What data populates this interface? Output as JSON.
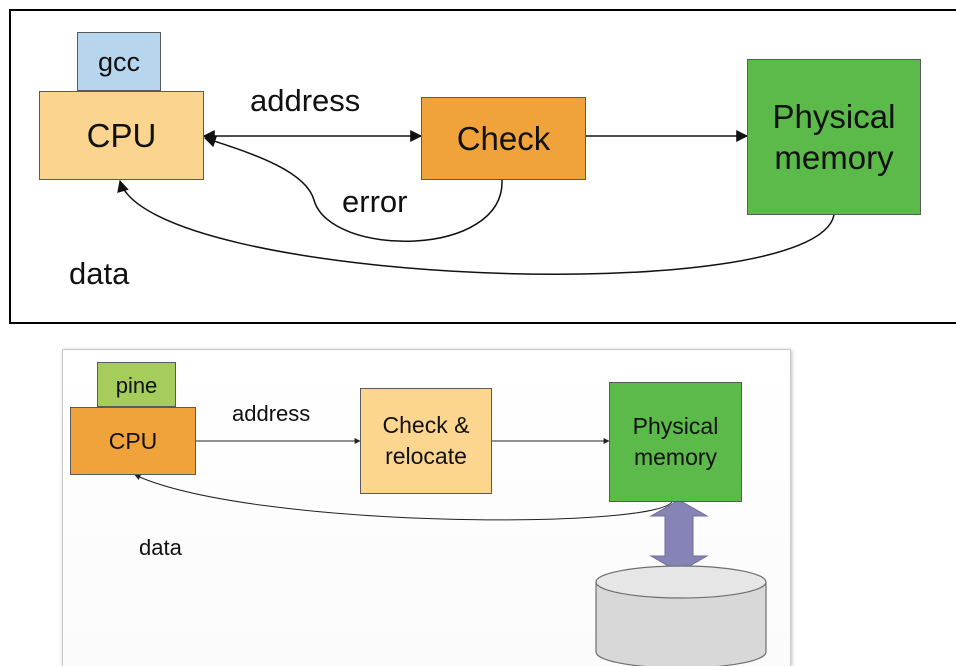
{
  "top": {
    "program": "gcc",
    "cpu": "CPU",
    "check": "Check",
    "memory": "Physical memory",
    "address_label": "address",
    "error_label": "error",
    "data_label": "data"
  },
  "bottom": {
    "program": "pine",
    "cpu": "CPU",
    "check": "Check & relocate",
    "memory": "Physical memory",
    "address_label": "address",
    "data_label": "data"
  },
  "colors": {
    "gcc_tab": "#b7d6ee",
    "cpu_top": "#fbd48f",
    "check_top": "#f0a33a",
    "memory": "#5cba4a",
    "pine_tab": "#a6cc5b",
    "cpu_bottom": "#f0a33a",
    "check_bottom": "#fcd58f",
    "bus_arrow": "#8683b6",
    "disk": "#d8d8d8"
  }
}
